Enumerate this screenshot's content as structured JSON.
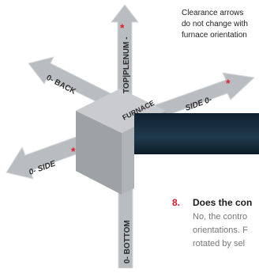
{
  "note": {
    "lines": [
      "Clearance arrows",
      "do not change with",
      "furnace orientation"
    ]
  },
  "diagram": {
    "center_label": "FURNACE",
    "arrows": {
      "top": "TOP|PLENUM -",
      "back": "0- BACK",
      "right": "SIDE 0-",
      "left": "0- SIDE",
      "bottom": "0- BOTTOM"
    },
    "asterisk": "*",
    "colors": {
      "asterisk": "#e0202a",
      "arrow": "#b9bcc0",
      "cube_top": "#c9cbce",
      "cube_left": "#9ea2a6",
      "cube_right": "#b0b3b7"
    }
  },
  "faq": {
    "number": "8.",
    "question": "Does the con",
    "answer_lines": [
      "No, the contro",
      "orientations. F",
      "rotated by sel"
    ]
  }
}
